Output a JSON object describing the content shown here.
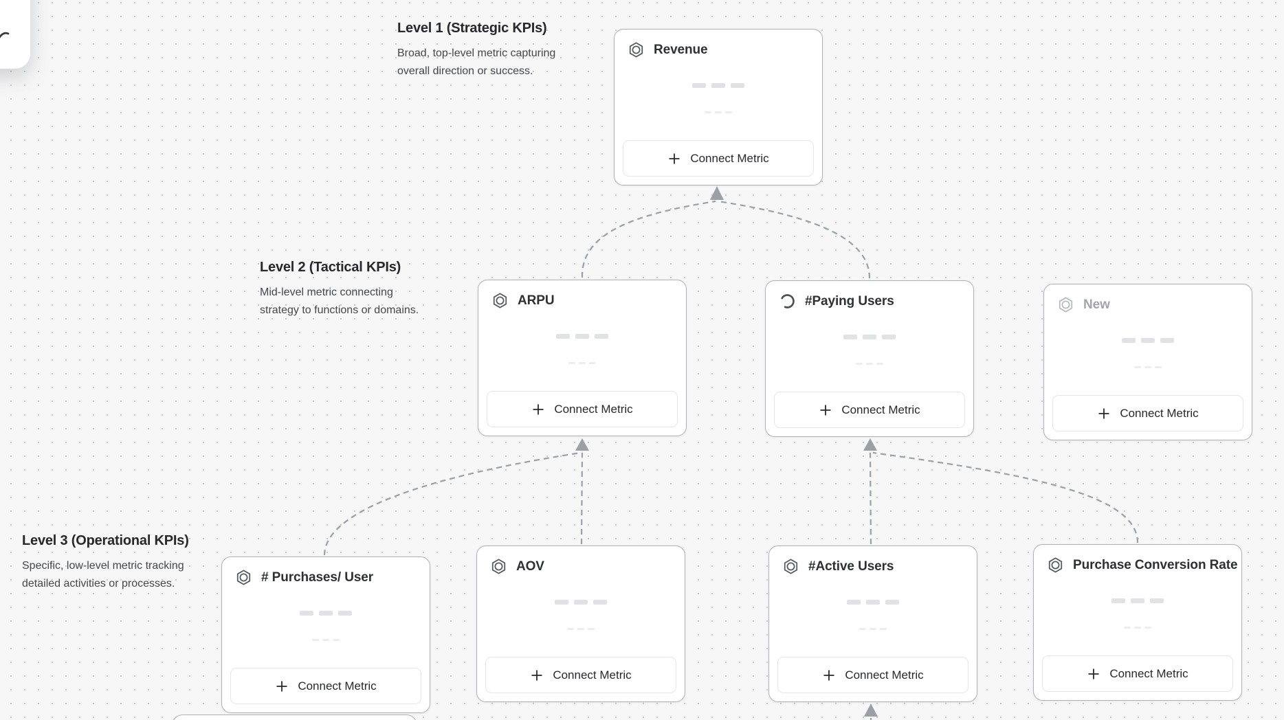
{
  "app": {
    "view": "kpi-tree-canvas",
    "colors": {
      "canvas_bg": "#f7f7f8",
      "dot_grid": "#c7c9cc",
      "connector": "#9aa0a6",
      "card_border": "#aeb0b4",
      "title_text": "#2e3033",
      "placeholder_text": "#a1a5aa",
      "skeleton_dark": "#e0e2e5",
      "skeleton_light": "#ebedee"
    }
  },
  "sections": [
    {
      "title": "Level 1 (Strategic KPIs)",
      "description": "Broad, top-level metric capturing overall direction or success."
    },
    {
      "title": "Level 2 (Tactical KPIs)",
      "description": "Mid-level metric connecting strategy to functions or domains."
    },
    {
      "title": "Level 3 (Operational KPIs)",
      "description": "Specific, low-level metric tracking detailed activities or processes."
    }
  ],
  "cards": [
    {
      "title": "Revenue",
      "icon": "metric-hexagon-icon",
      "level": 1,
      "state": "default",
      "button_label": "Connect Metric"
    },
    {
      "title": "ARPU",
      "icon": "metric-hexagon-icon",
      "level": 2,
      "state": "default",
      "button_label": "Connect Metric"
    },
    {
      "title": "#Paying Users",
      "icon": "spinner-icon",
      "level": 2,
      "state": "loading",
      "button_label": "Connect Metric"
    },
    {
      "title": "New",
      "icon": "metric-hexagon-icon",
      "level": 2,
      "state": "placeholder",
      "button_label": "Connect Metric"
    },
    {
      "title": "# Purchases/ User",
      "icon": "metric-hexagon-icon",
      "level": 3,
      "state": "default",
      "button_label": "Connect Metric"
    },
    {
      "title": "AOV",
      "icon": "metric-hexagon-icon",
      "level": 3,
      "state": "default",
      "button_label": "Connect Metric"
    },
    {
      "title": "#Active Users",
      "icon": "metric-hexagon-icon",
      "level": 3,
      "state": "default",
      "button_label": "Connect Metric"
    },
    {
      "title": "Purchase Conversion Rate",
      "icon": "metric-hexagon-icon",
      "level": 3,
      "state": "default",
      "button_label": "Connect Metric"
    }
  ],
  "connections": [
    {
      "from": "ARPU",
      "to": "Revenue"
    },
    {
      "from": "#Paying Users",
      "to": "Revenue"
    },
    {
      "from": "# Purchases/ User",
      "to": "ARPU"
    },
    {
      "from": "AOV",
      "to": "ARPU"
    },
    {
      "from": "#Active Users",
      "to": "#Paying Users"
    },
    {
      "from": "Purchase Conversion Rate",
      "to": "#Paying Users"
    },
    {
      "from": "(offscreen below)",
      "to": "#Active Users"
    }
  ]
}
